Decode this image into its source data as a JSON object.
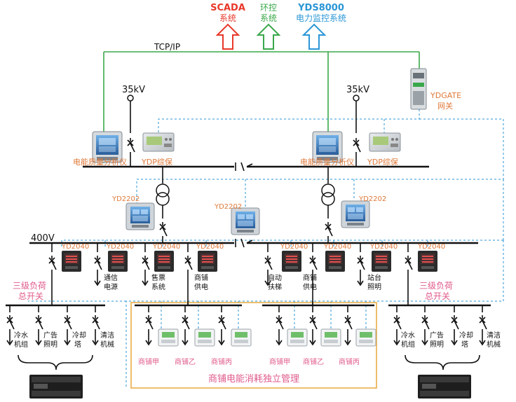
{
  "top_systems": [
    {
      "line1": "SCADA",
      "line2": "系统",
      "color": "#e8382a"
    },
    {
      "line1": "环控",
      "line2": "系统",
      "color": "#3aa84a"
    },
    {
      "line1": "YDS8000",
      "line2": "电力监控系统",
      "color": "#2a96d6"
    }
  ],
  "network": {
    "label": "TCP/IP"
  },
  "gateway": {
    "name": "YDGATE",
    "sub": "网关"
  },
  "hv": {
    "voltage_left": "35kV",
    "voltage_right": "35kV",
    "analyzer_left": "电能质量分析仪",
    "protection_left": "YDP综保",
    "analyzer_right": "电能质量分析仪",
    "protection_right": "YDP综保"
  },
  "transformer_meters": {
    "left": "YD2202",
    "center": "YD2202",
    "right": "YD2202"
  },
  "lv": {
    "voltage": "400V",
    "meters": [
      "YD2040",
      "YD2040",
      "YD2040",
      "YD2040",
      "YD2040",
      "YD2040",
      "YD2040",
      "YD2040"
    ],
    "feeders": [
      {
        "line1": "通信",
        "line2": "电源"
      },
      {
        "line1": "售票",
        "line2": "系统"
      },
      {
        "line1": "商铺",
        "line2": "供电"
      },
      {
        "line1": "自动",
        "line2": "扶梯"
      },
      {
        "line1": "商铺",
        "line2": "供电"
      },
      {
        "line1": "站台",
        "line2": "照明"
      }
    ]
  },
  "load_left": {
    "title_line1": "三级负荷",
    "title_line2": "总开关",
    "branches": [
      {
        "line1": "冷水",
        "line2": "机组"
      },
      {
        "line1": "广告",
        "line2": "照明"
      },
      {
        "line1": "冷却",
        "line2": "塔"
      },
      {
        "line1": "清洁",
        "line2": "机械"
      }
    ]
  },
  "load_right": {
    "title_line1": "三级负荷",
    "title_line2": "总开关",
    "branches": [
      {
        "line1": "冷水",
        "line2": "机组"
      },
      {
        "line1": "广告",
        "line2": "照明"
      },
      {
        "line1": "冷却",
        "line2": "塔"
      },
      {
        "line1": "清洁",
        "line2": "机械"
      }
    ]
  },
  "shops": {
    "title": "商铺电能消耗独立管理",
    "left": [
      "商铺甲",
      "商铺乙",
      "商铺丙"
    ],
    "right": [
      "商铺甲",
      "商铺乙",
      "商铺丙"
    ]
  }
}
